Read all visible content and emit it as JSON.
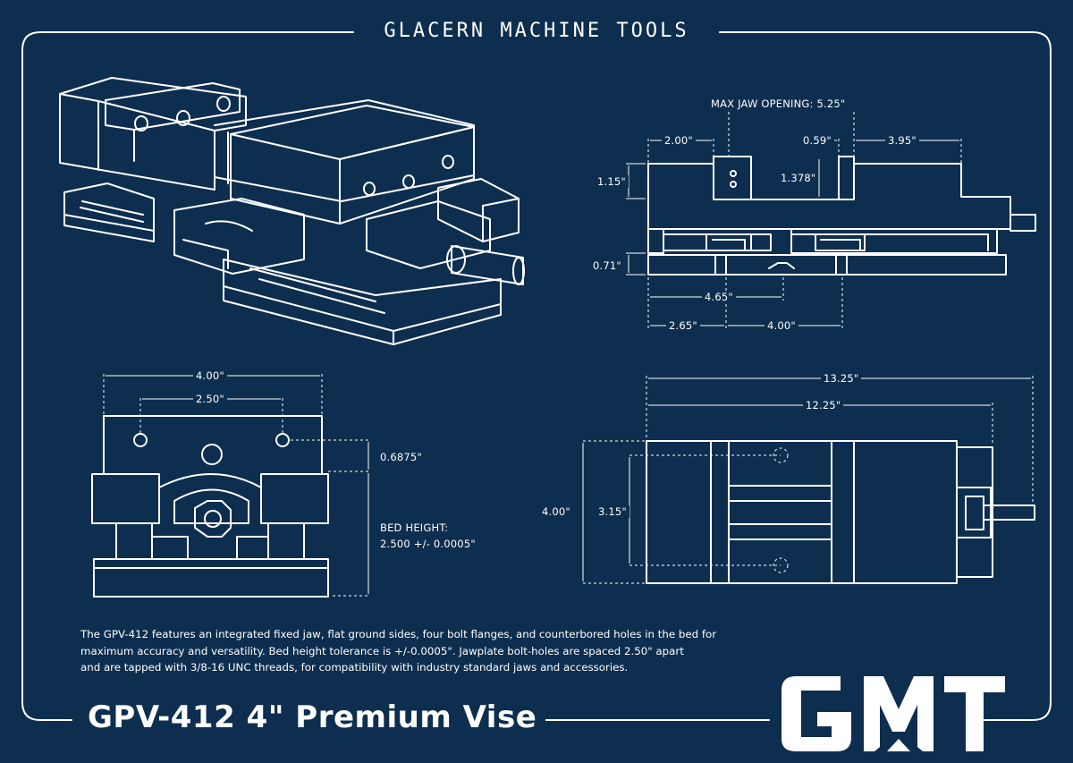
{
  "header": {
    "company": "GLACERN MACHINE TOOLS"
  },
  "views": {
    "side": {
      "max_jaw_opening": "MAX JAW OPENING: 5.25\"",
      "dim_2_00": "2.00\"",
      "dim_0_59": "0.59\"",
      "dim_3_95": "3.95\"",
      "dim_1_15": "1.15\"",
      "dim_1_378": "1.378\"",
      "dim_0_71": "0.71\"",
      "dim_4_65": "4.65\"",
      "dim_2_65": "2.65\"",
      "dim_4_00": "4.00\""
    },
    "front": {
      "dim_4_00": "4.00\"",
      "dim_2_50": "2.50\"",
      "dim_0_6875": "0.6875\"",
      "bed_height_label": "BED HEIGHT:",
      "bed_height_value": "2.500 +/- 0.0005\""
    },
    "top": {
      "dim_13_25": "13.25\"",
      "dim_12_25": "12.25\"",
      "dim_4_00": "4.00\"",
      "dim_3_15": "3.15\""
    }
  },
  "description": {
    "line1": "The GPV-412 features an integrated fixed jaw, flat ground sides, four bolt flanges, and counterbored holes in the bed for",
    "line2": "maximum accuracy and versatility. Bed height tolerance is +/-0.0005\". Jawplate bolt-holes are spaced 2.50\" apart",
    "line3": "and are tapped with 3/8-16 UNC threads, for compatibility with industry standard jaws and accessories."
  },
  "product": {
    "title": "GPV-412 4\" Premium Vise"
  },
  "logo": {
    "text": "GMT"
  },
  "colors": {
    "background": "#0d2e4f",
    "line": "#ffffff"
  }
}
